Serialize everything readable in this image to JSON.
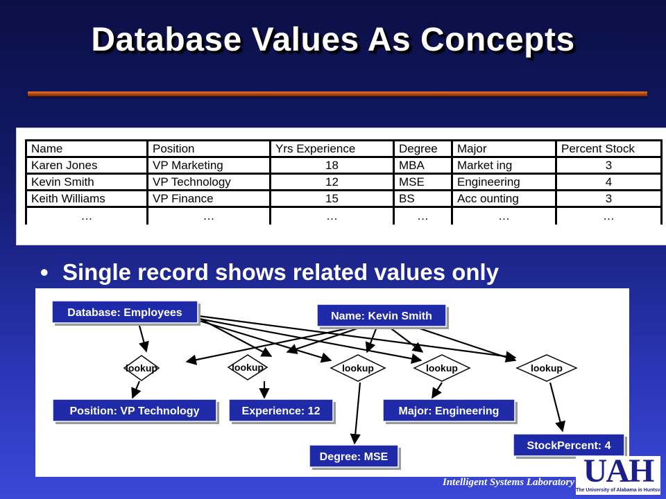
{
  "slide": {
    "title": "Database Values As Concepts",
    "bullet": "Single record shows related values only",
    "footer": "Intelligent Systems Laboratory",
    "logo_letters": "UAH",
    "logo_caption": "The University of Alabama in Huntsville",
    "colors": {
      "background_top": "#0b0f45",
      "background_bottom": "#3a48d6",
      "rule": "#c4520f",
      "node_fill": "#1e2aa8"
    }
  },
  "table": {
    "headers": [
      "Name",
      "Position",
      "Yrs Experience",
      "Degree",
      "Major",
      "Percent Stock"
    ],
    "rows": [
      [
        "Karen Jones",
        "VP Marketing",
        "18",
        "MBA",
        "Market ing",
        "3"
      ],
      [
        "Kevin Smith",
        "VP Technology",
        "12",
        "MSE",
        "Engineering",
        "4"
      ],
      [
        "Keith Williams",
        "VP Finance",
        "15",
        "BS",
        "Acc ounting",
        "3"
      ],
      [
        "…",
        "…",
        "…",
        "…",
        "…",
        "…"
      ]
    ]
  },
  "diagram": {
    "nodes": {
      "db": "Database: Employees",
      "name": "Name: Kevin Smith",
      "position": "Position: VP Technology",
      "experience": "Experience: 12",
      "degree": "Degree: MSE",
      "major": "Major: Engineering",
      "stock": "StockPercent: 4"
    },
    "lookup_label": "lookup"
  }
}
